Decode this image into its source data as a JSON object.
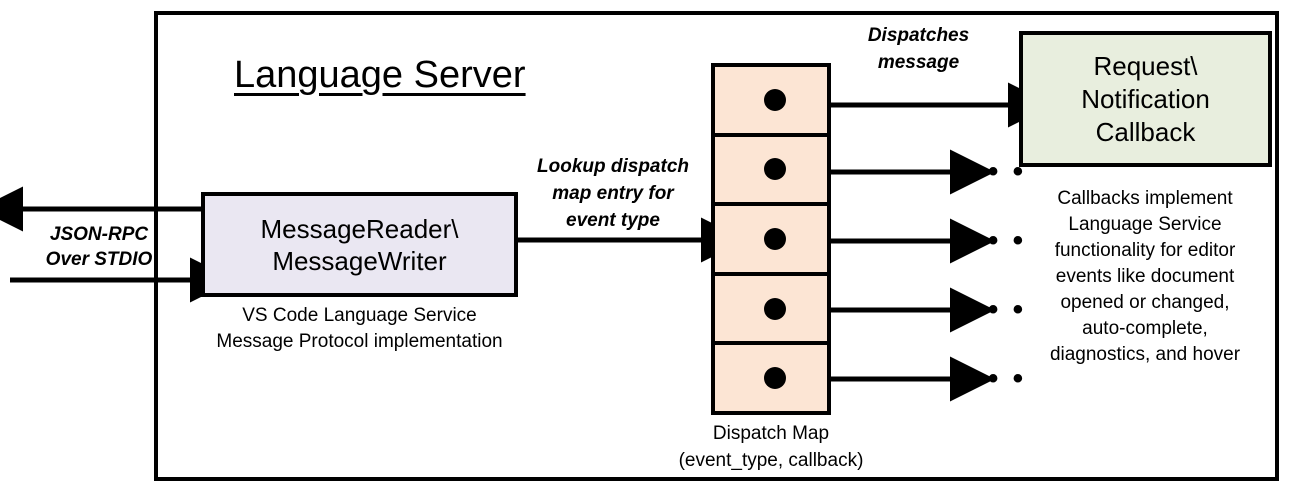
{
  "diagram": {
    "title": "Language Server",
    "type": "architecture-block-diagram"
  },
  "external_io": {
    "label_line1": "JSON-RPC",
    "label_line2": "Over STDIO"
  },
  "message_box": {
    "line1": "MessageReader\\",
    "line2": "MessageWriter",
    "caption_line1": "VS Code Language Service",
    "caption_line2": "Message Protocol implementation",
    "fill_color": "#EAE7F2"
  },
  "lookup_arrow": {
    "label_line1": "Lookup dispatch",
    "label_line2": "map entry for",
    "label_line3": "event type"
  },
  "dispatch_map": {
    "caption_line1": "Dispatch Map",
    "caption_line2": "(event_type, callback)",
    "fill_color": "#FCE5D4",
    "row_count": 5,
    "rows": [
      {
        "index": 1,
        "marker": "callback-dot"
      },
      {
        "index": 2,
        "marker": "callback-dot"
      },
      {
        "index": 3,
        "marker": "callback-dot"
      },
      {
        "index": 4,
        "marker": "callback-dot"
      },
      {
        "index": 5,
        "marker": "callback-dot"
      }
    ]
  },
  "dispatch_arrow": {
    "label_line1": "Dispatches",
    "label_line2": "message"
  },
  "callback_box": {
    "line1": "Request\\",
    "line2": "Notification",
    "line3": "Callback",
    "fill_color": "#E8EEDE",
    "caption_line1": "Callbacks implement",
    "caption_line2": "Language Service",
    "caption_line3": "functionality for editor",
    "caption_line4": "events like document",
    "caption_line5": "opened or changed,",
    "caption_line6": "auto-complete,",
    "caption_line7": "diagnostics, and hover"
  },
  "ellipses": [
    {
      "index": 1,
      "text": "• • •"
    },
    {
      "index": 2,
      "text": "• • •"
    },
    {
      "index": 3,
      "text": "• • •"
    },
    {
      "index": 4,
      "text": "• • •"
    }
  ]
}
